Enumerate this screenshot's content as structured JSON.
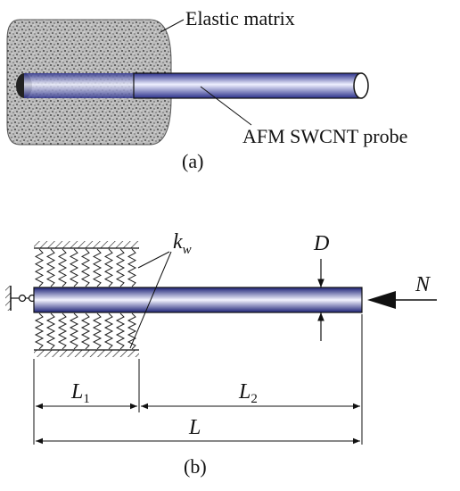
{
  "figure_a": {
    "label_matrix": "Elastic matrix",
    "label_probe": "AFM SWCNT probe",
    "caption": "(a)"
  },
  "figure_b": {
    "label_kw_main": "k",
    "label_kw_sub": "w",
    "label_D": "D",
    "label_N": "N",
    "label_L1_main": "L",
    "label_L1_sub": "1",
    "label_L2_main": "L",
    "label_L2_sub": "2",
    "label_L": "L",
    "caption": "(b)"
  },
  "colors": {
    "tube_dark": "#2a2f8a",
    "tube_light": "#eef0ff",
    "matrix_gray": "#8a8a8a",
    "line": "#111111"
  }
}
